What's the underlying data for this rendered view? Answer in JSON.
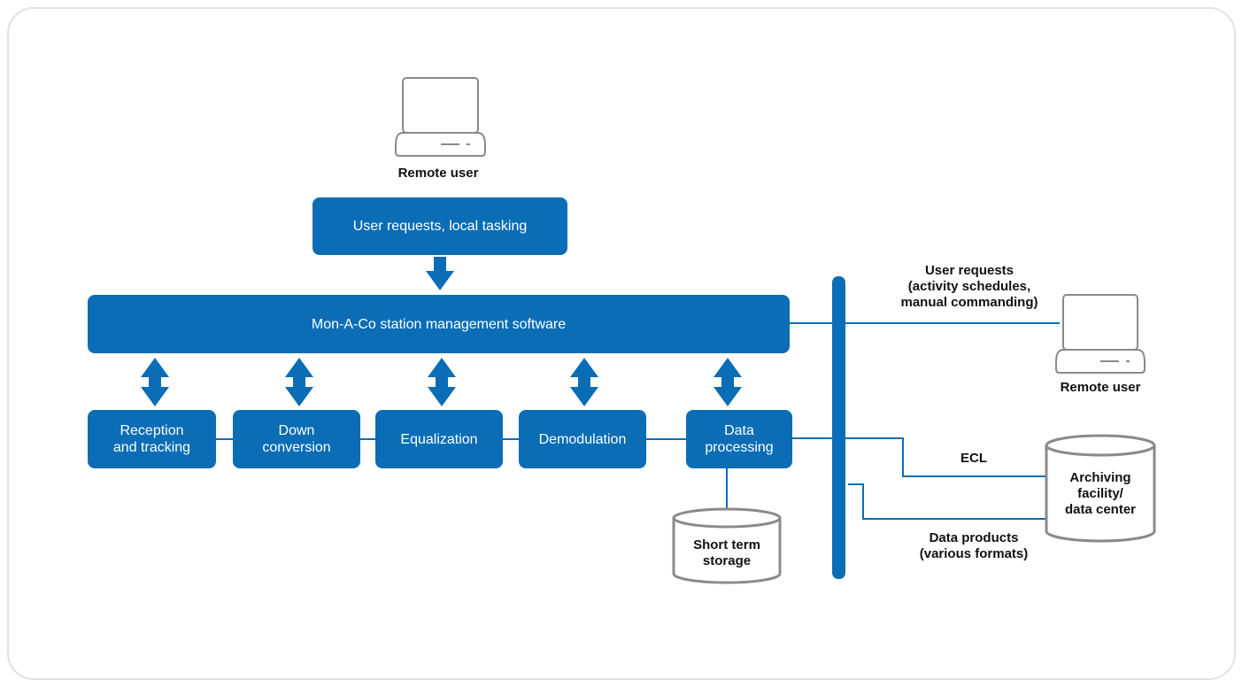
{
  "colors": {
    "accent": "#0a6db5",
    "outline": "#8a8a8a",
    "frame": "#e2e2e2",
    "text": "#111111"
  },
  "nodes": {
    "remote_user_top": "Remote user",
    "user_requests_local": "User requests, local tasking",
    "station_software": "Mon-A-Co station management software",
    "reception": "Reception\nand tracking",
    "down_conversion": "Down\nconversion",
    "equalization": "Equalization",
    "demodulation": "Demodulation",
    "data_processing": "Data\nprocessing",
    "short_term_storage": "Short term\nstorage",
    "remote_user_right": "Remote user",
    "archiving": "Archiving\nfacility/\ndata center"
  },
  "edge_labels": {
    "user_requests": "User requests\n(activity schedules,\nmanual commanding)",
    "ecl": "ECL",
    "data_products": "Data products\n(various formats)"
  },
  "icons": {
    "laptop": "laptop-icon",
    "database": "database-icon",
    "double_arrow": "double-arrow-icon",
    "down_arrow": "down-arrow-icon"
  }
}
